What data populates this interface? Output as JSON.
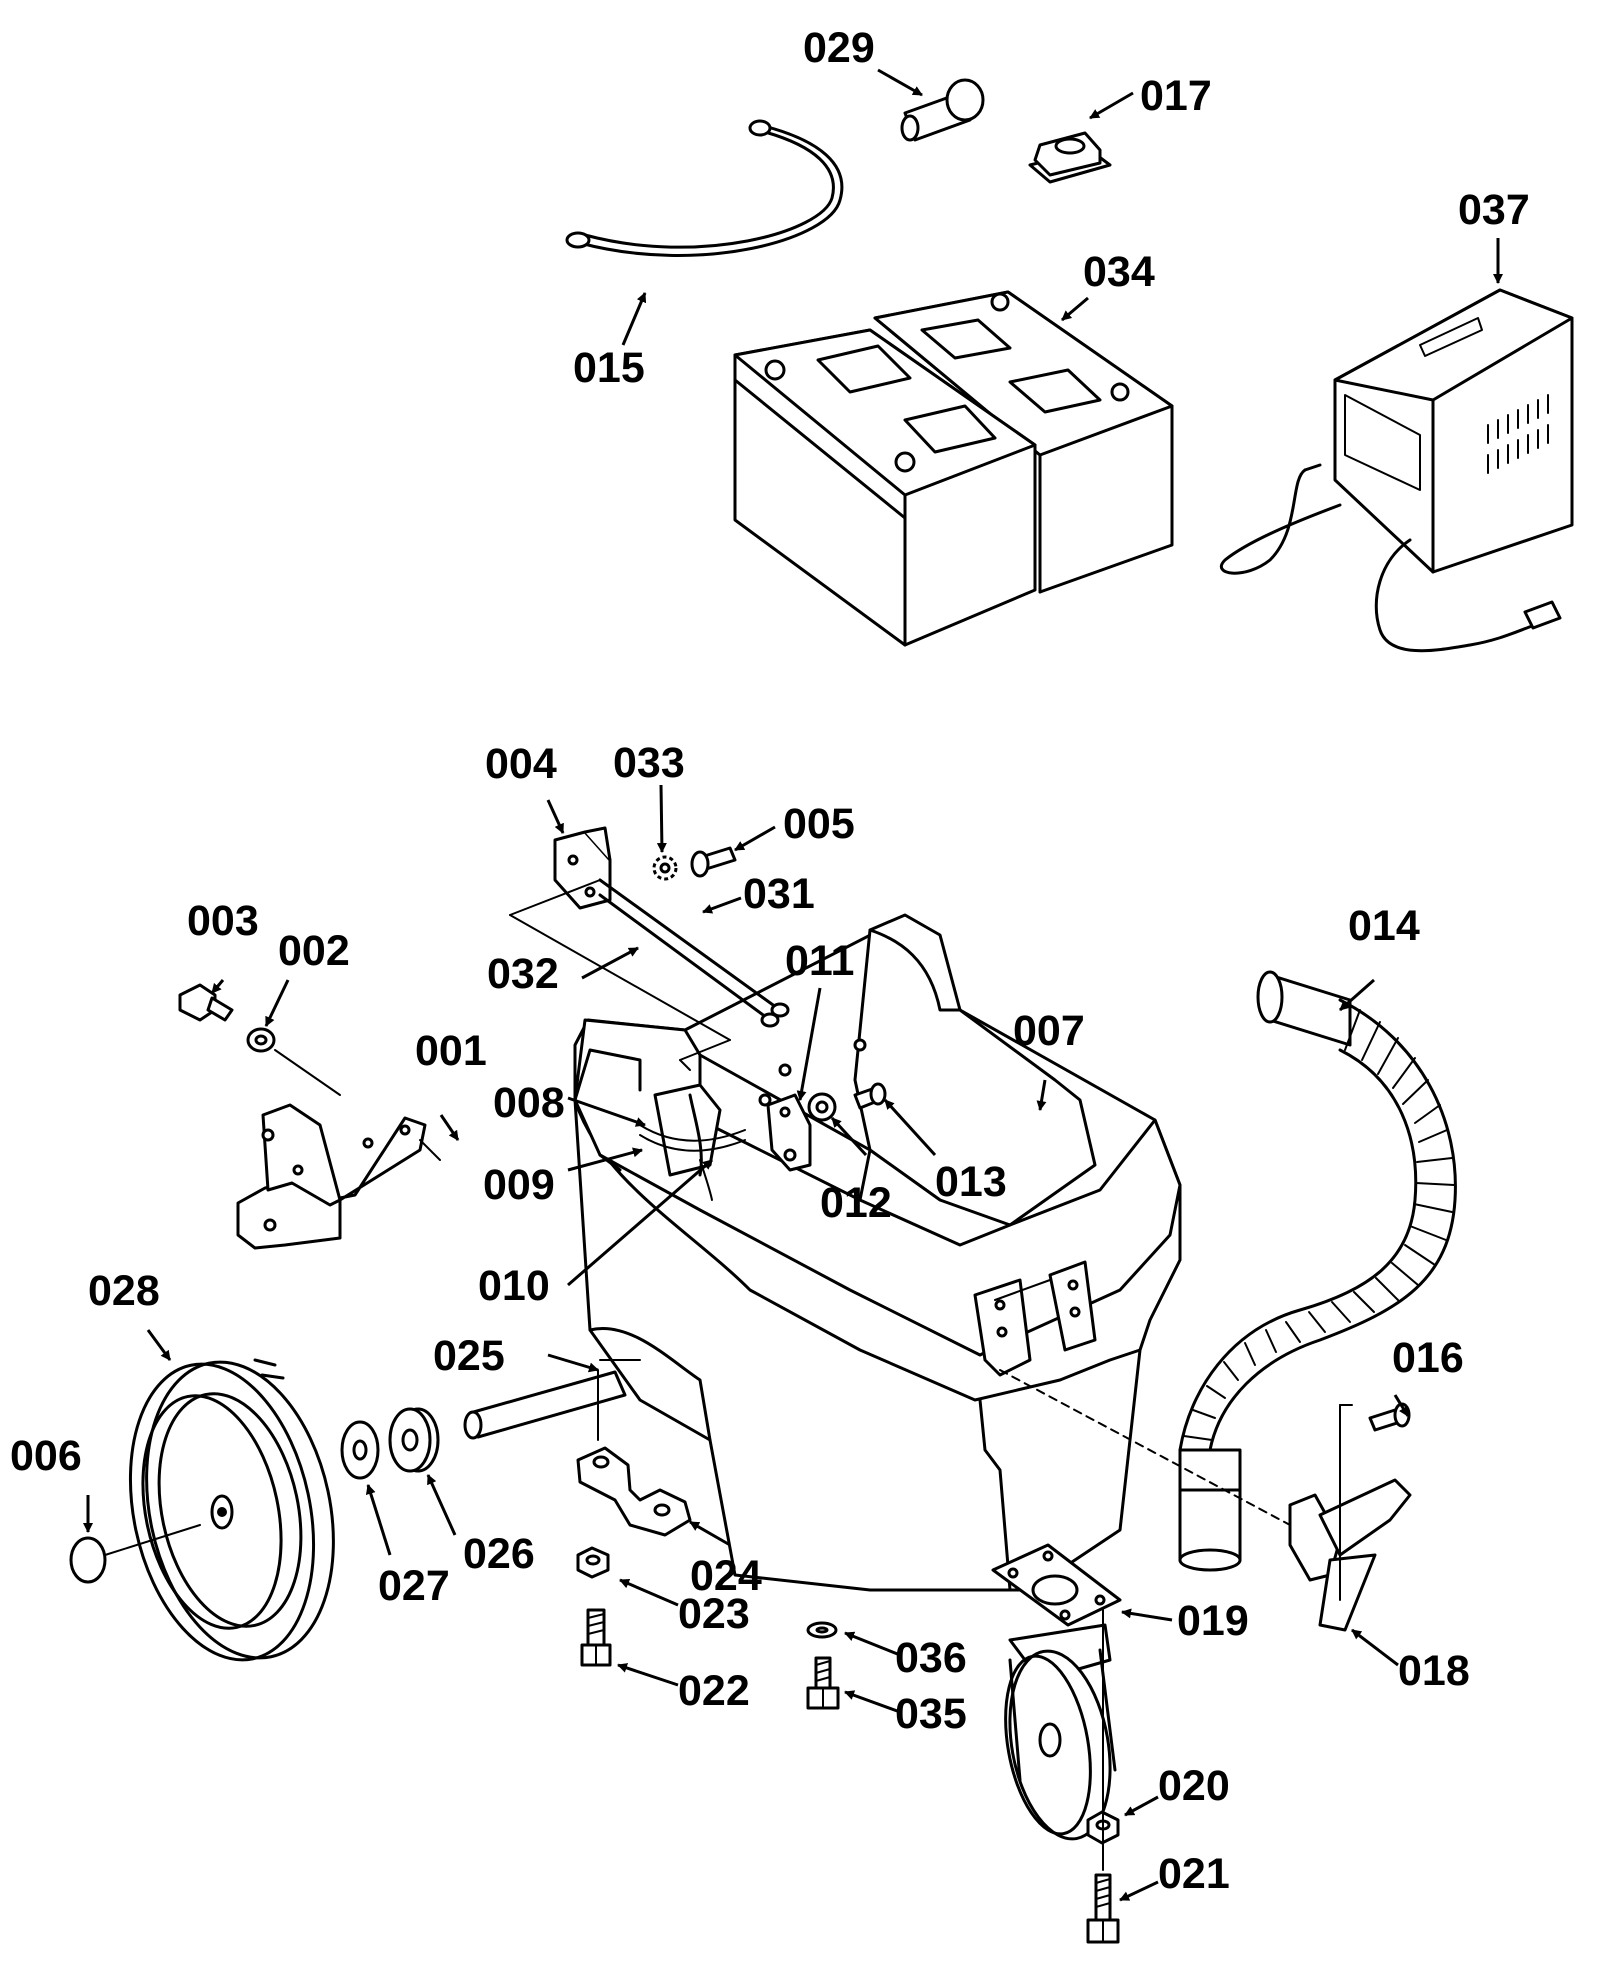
{
  "callouts": {
    "p001": "001",
    "p002": "002",
    "p003": "003",
    "p004": "004",
    "p005": "005",
    "p006": "006",
    "p007": "007",
    "p008": "008",
    "p009": "009",
    "p010": "010",
    "p011": "011",
    "p012": "012",
    "p013": "013",
    "p014": "014",
    "p015": "015",
    "p016": "016",
    "p017": "017",
    "p018": "018",
    "p019": "019",
    "p020": "020",
    "p021": "021",
    "p022": "022",
    "p023": "023",
    "p024": "024",
    "p025": "025",
    "p026": "026",
    "p027": "027",
    "p028": "028",
    "p029": "029",
    "p031": "031",
    "p032": "032",
    "p033": "033",
    "p034": "034",
    "p035": "035",
    "p036": "036",
    "p037": "037"
  }
}
